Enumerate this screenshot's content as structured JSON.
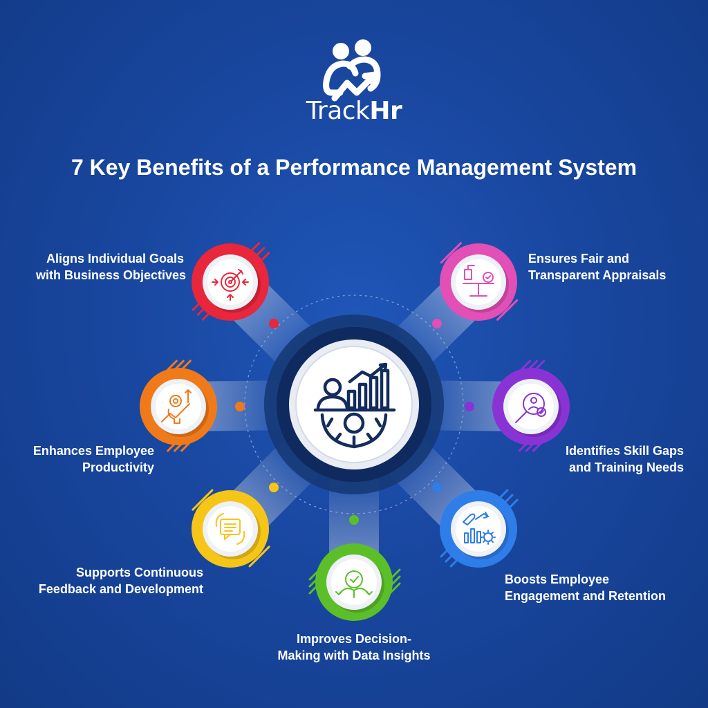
{
  "brand": {
    "name_light": "Track",
    "name_bold": "Hr",
    "logo_icon": "two-people-growth-arrow-icon"
  },
  "title": "7 Key Benefits of a Performance Management System",
  "center": {
    "icon": "performance-growth-gear-icon"
  },
  "benefits": [
    {
      "line1": "Aligns Individual Goals",
      "line2": "with Business Objectives",
      "color": "#e8263c",
      "icon": "target-icon"
    },
    {
      "line1": "Ensures Fair and",
      "line2": "Transparent Appraisals",
      "color": "#e24fb6",
      "icon": "balance-scale-icon"
    },
    {
      "line1": "Enhances Employee",
      "line2": "Productivity",
      "color": "#f07a1a",
      "icon": "lightbulb-gear-icon"
    },
    {
      "line1": "Identifies Skill Gaps",
      "line2": "and Training Needs",
      "color": "#8a33d4",
      "icon": "search-profile-icon"
    },
    {
      "line1": "Supports Continuous",
      "line2": "Feedback and Development",
      "color": "#f5c518",
      "icon": "feedback-chat-icon"
    },
    {
      "line1": "Boosts Employee",
      "line2": "Engagement and Retention",
      "color": "#2f7de8",
      "icon": "rocket-chart-icon"
    },
    {
      "line1": "Improves Decision-",
      "line2": "Making with Data Insights",
      "color": "#5cbf2a",
      "icon": "decision-check-icon"
    }
  ]
}
